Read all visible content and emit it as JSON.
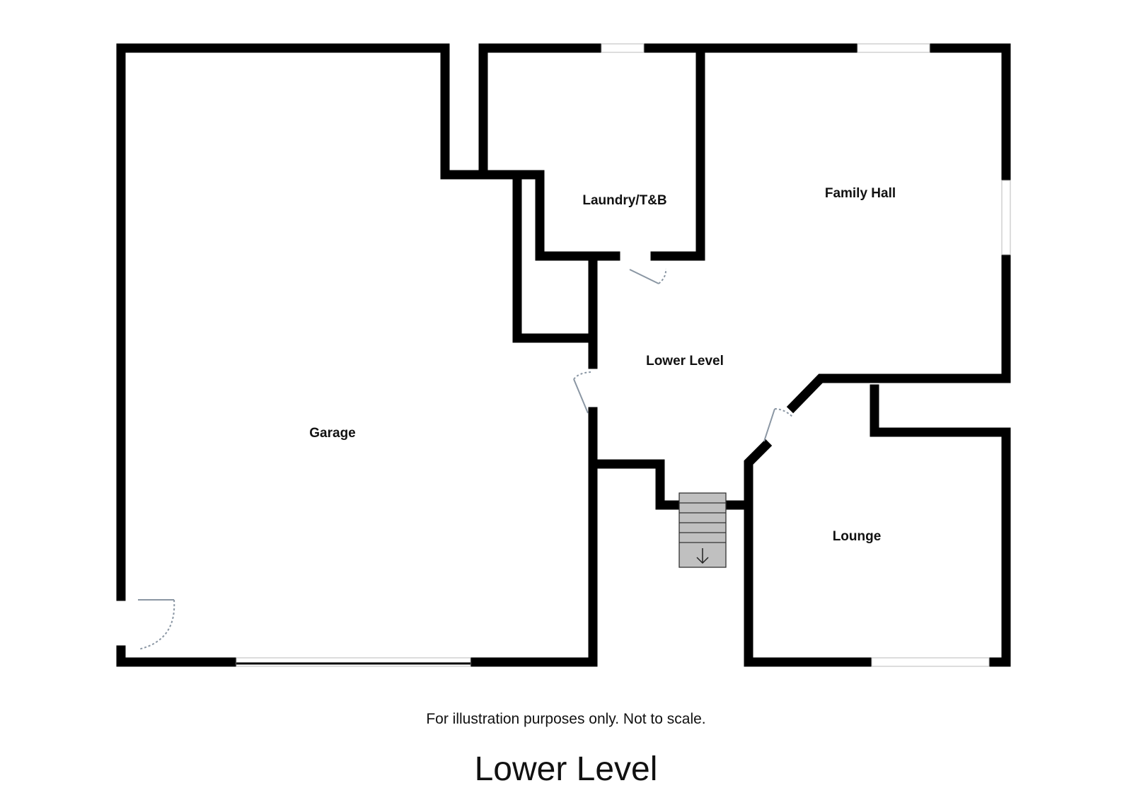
{
  "rooms": {
    "garage": "Garage",
    "laundry": "Laundry/T&B",
    "family_hall": "Family Hall",
    "lower_level": "Lower Level",
    "lounge": "Lounge"
  },
  "disclaimer": "For illustration purposes only. Not to scale.",
  "floor_title": "Lower Level",
  "colors": {
    "wall": "#000000",
    "door": "#8a96a3",
    "stairs": "#c0c0c0"
  }
}
